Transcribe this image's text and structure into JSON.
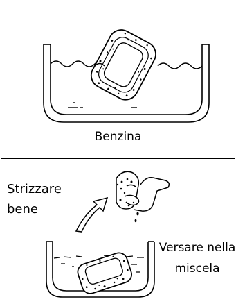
{
  "panel_top": {
    "label": "Benzina"
  },
  "panel_bottom": {
    "left_label_line1": "Strizzare",
    "left_label_line2": "bene",
    "right_label_line1": "Versare nella",
    "right_label_line2": "miscela"
  },
  "icons": [
    "sponge-icon",
    "basin-icon",
    "squeezing-hand-icon",
    "curved-arrow-icon",
    "liquid-drops-icon"
  ]
}
